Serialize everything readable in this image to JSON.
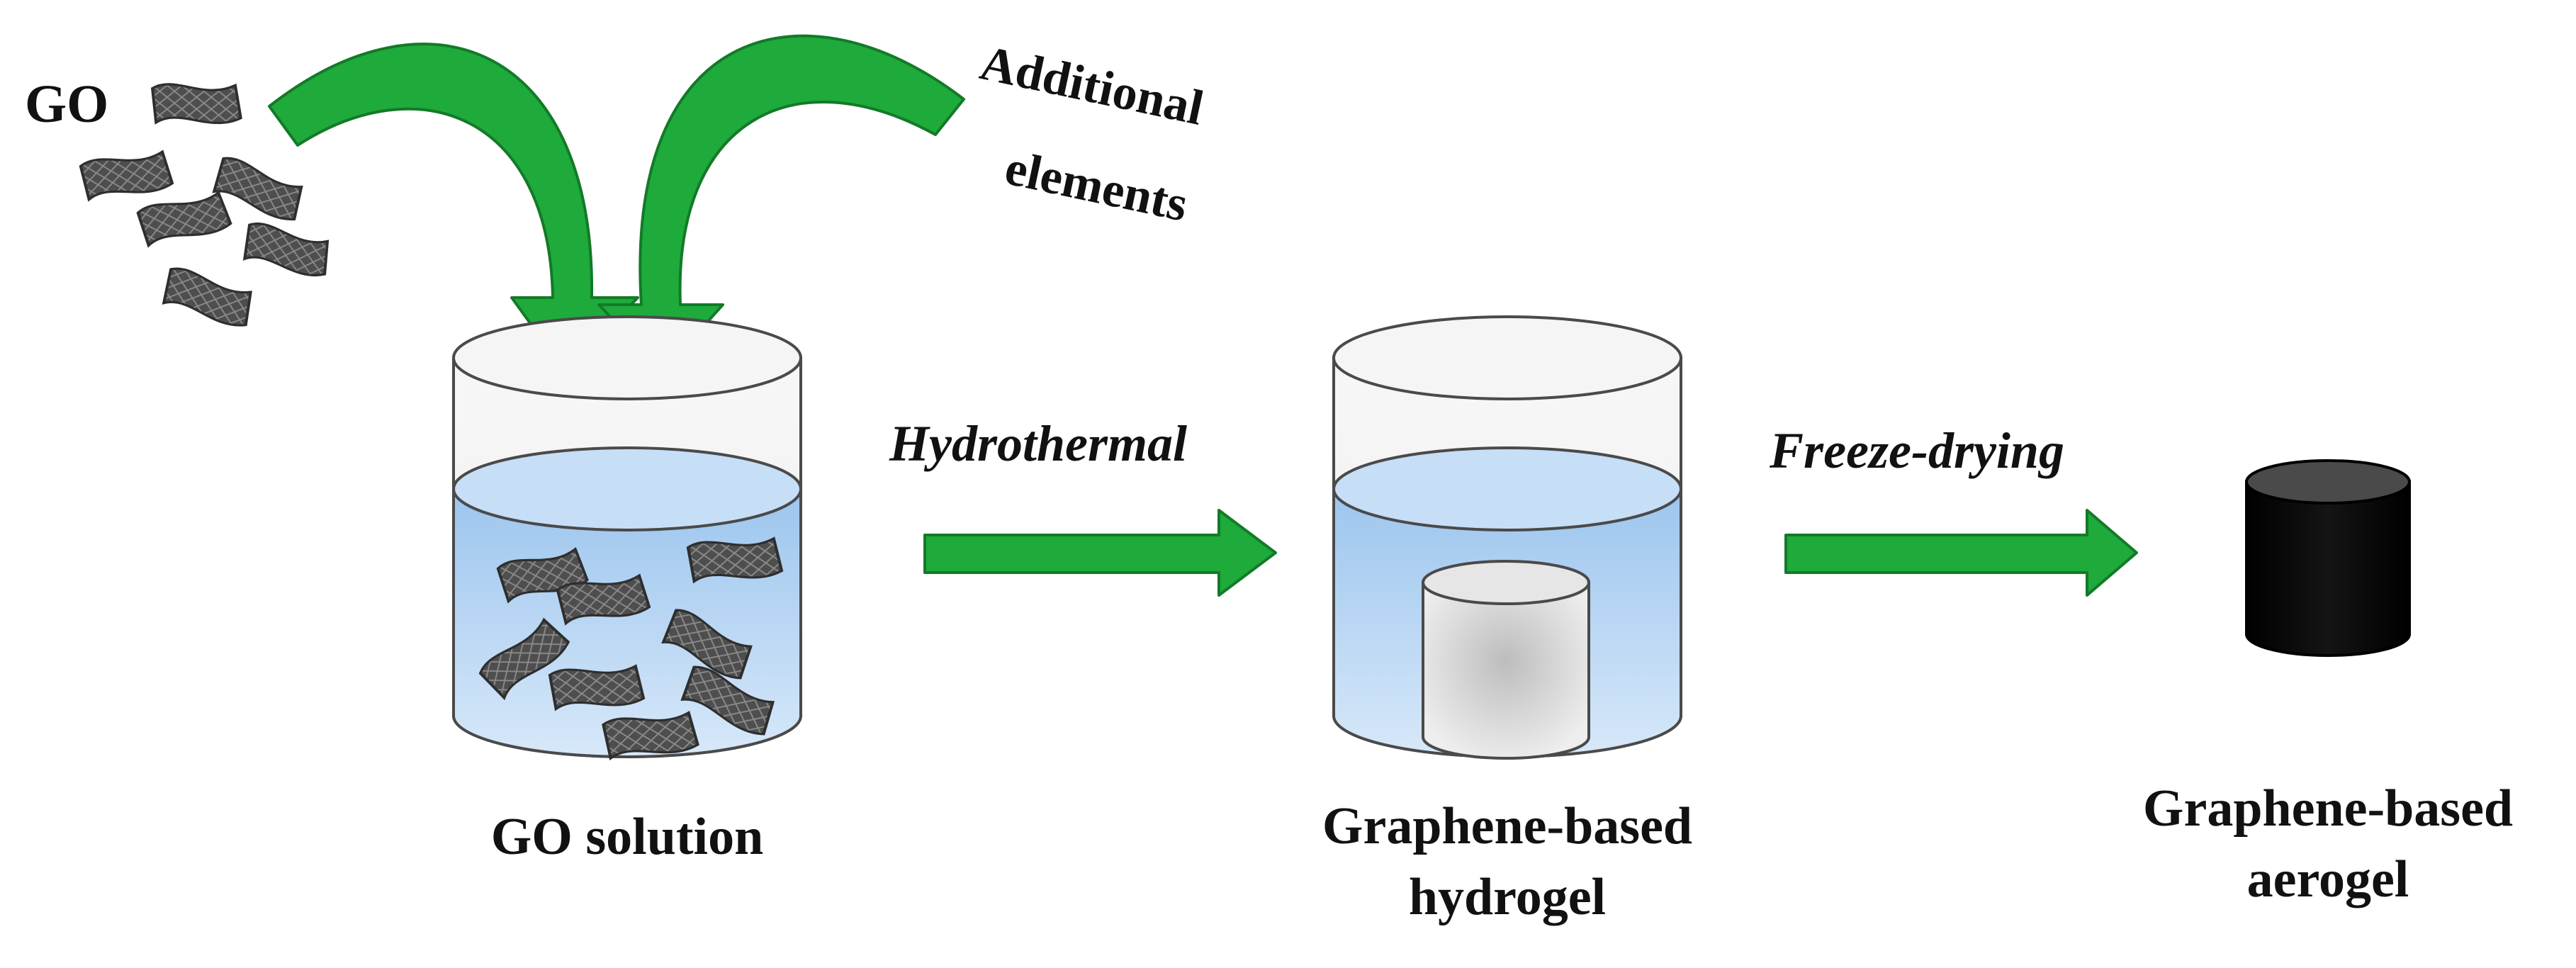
{
  "labels": {
    "go": "GO",
    "additional_line1": "Additional",
    "additional_line2": "elements",
    "hydrothermal": "Hydrothermal",
    "freeze_drying": "Freeze-drying",
    "go_solution": "GO solution",
    "hydrogel_line1": "Graphene-based",
    "hydrogel_line2": "hydrogel",
    "aerogel_line1": "Graphene-based",
    "aerogel_line2": "aerogel"
  },
  "colors": {
    "arrow_green": "#1faa3c",
    "arrow_green_dark": "#14822a",
    "liquid_blue": "#a9cdf2",
    "liquid_top": "#c9e0f8",
    "beaker_outline": "#4a4a4a",
    "graphene_sheet": "#4f4f4f",
    "hydrogel_gray": "#d6d6d6",
    "aerogel_black": "#0a0a0a"
  },
  "icons": {
    "graphene_sheet": "graphene-sheet-icon",
    "process_arrow": "right-arrow-icon",
    "feed_arrow": "curved-arrow-icon"
  }
}
